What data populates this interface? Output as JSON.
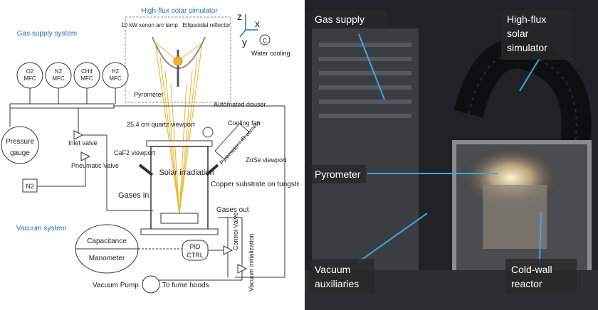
{
  "schematic": {
    "titles": {
      "simulator": "High-flux solar simulator",
      "gas_supply": "Gas supply system",
      "vacuum": "Vacuum system"
    },
    "axes": {
      "z": "z",
      "x": "x",
      "y": "y"
    },
    "mfcs": [
      {
        "gas": "O2",
        "unit": "MFC"
      },
      {
        "gas": "N2",
        "unit": "MFC"
      },
      {
        "gas": "CH4",
        "unit": "MFC"
      },
      {
        "gas": "H2",
        "unit": "MFC"
      }
    ],
    "labels": {
      "lamp": "10 kW xenon arc lamp",
      "reflector": "Ellipsoidal reflector",
      "water_cooling": "Water cooling",
      "pyrometer": "Pyrometer",
      "douser": "Automated douser",
      "cooling_fan": "Cooling fan",
      "quartz": "25.4 cm quartz viewport",
      "caf2": "CaF2 viewport",
      "znse": "ZnSe viewport",
      "pyro_ir": "Pyrometer / IR camera",
      "solar_irr": "Solar irradiation",
      "pressure": "Pressure",
      "gauge": "gauge",
      "inlet": "Inlet valve",
      "pneumatic": "Pneumatic Valve",
      "n2": "N2",
      "gases_in": "Gases in",
      "substrate": "Copper substrate on tungsten",
      "gases_out": "Gases out",
      "capacitance": "Capacitance",
      "manometer": "Manometer",
      "pid": "PID",
      "ctrl": "CTRL",
      "control_valve": "Control Valve",
      "vacuum_init": "Vacuum initialization",
      "vacuum_pump": "Vacuum Pump",
      "fume": "To fume hoods",
      "c": "C"
    }
  },
  "photo": {
    "labels": {
      "gas_supply": "Gas supply",
      "solar_sim": "High-flux solar simulator",
      "pyrometer": "Pyrometer",
      "vacuum_aux": "Vacuum auxiliaries",
      "cold_wall": "Cold-wall reactor"
    }
  },
  "colors": {
    "accent_blue": "#2a6fb5",
    "ray_orange": "#f0b429",
    "pointer_blue": "#3ea6e6"
  }
}
